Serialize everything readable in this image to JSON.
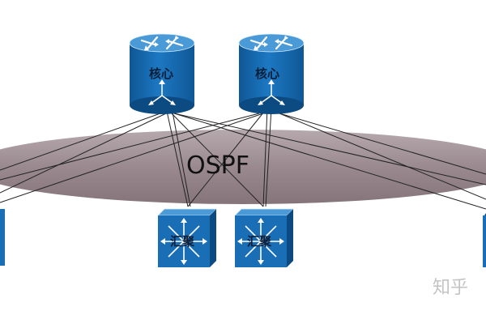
{
  "diagram": {
    "protocol_label": "OSPF",
    "core_routers": [
      {
        "label": "核心"
      },
      {
        "label": "核心"
      }
    ],
    "aggregation_switches": [
      {
        "label": "汇聚"
      },
      {
        "label": "汇聚"
      }
    ]
  },
  "watermark": {
    "text": "知乎"
  },
  "colors": {
    "device_blue": "#1a6eb5",
    "device_top": "#4a9ad8",
    "ospf_area": "#9a8a8f",
    "link_line": "#222222"
  },
  "icons": [
    "router-icon",
    "layer3-switch-icon"
  ]
}
